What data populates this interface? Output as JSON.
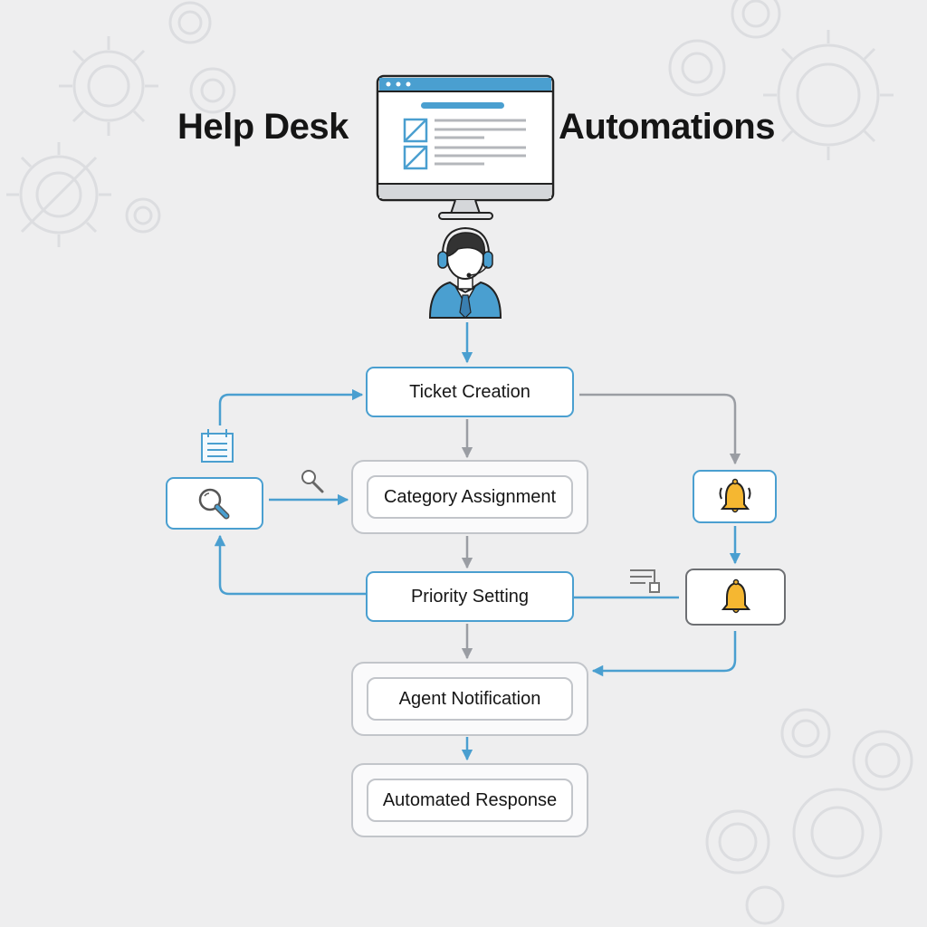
{
  "title": {
    "left_word": "Help Desk",
    "right_word": "Automations"
  },
  "colors": {
    "accent_blue": "#4a9fd0",
    "flow_gray": "#9a9da3",
    "box_gray": "#c2c5ca",
    "bell_yellow": "#f5b731",
    "background": "#eeeeef"
  },
  "illustrations": {
    "monitor": "monitor-with-checklist-icon",
    "agent": "support-agent-headset-icon"
  },
  "nodes": {
    "ticket_creation": "Ticket Creation",
    "category_assignment": "Category Assignment",
    "priority_setting": "Priority Setting",
    "agent_notification": "Agent Notification",
    "automated_response": "Automated Response"
  },
  "side_nodes": {
    "search": "magnifier-icon",
    "alert_ringing": "ringing-bell-icon",
    "alert": "bell-icon"
  },
  "annotations": {
    "calendar": "calendar-icon",
    "small_search": "small-magnifier-icon",
    "filter": "filter-lines-icon"
  }
}
